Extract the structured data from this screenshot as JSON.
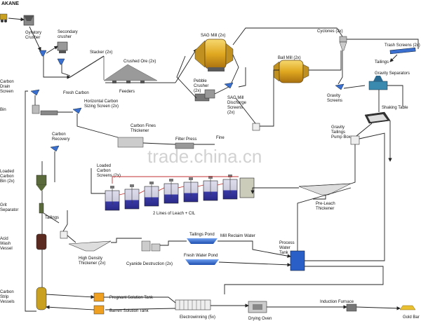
{
  "header": {
    "title": "AKANE"
  },
  "watermark": "trade.china.cn",
  "labels": {
    "gyratory": "Gyratory\nCrusher",
    "secondary": "Secondary\ncrusher",
    "stacker": "Stacker (2x)",
    "crushed_ore": "Crushed Ore (2x)",
    "feeders": "Feeders",
    "sag_mill": "SAG Mill (2x)",
    "pebble": "Pebble\nCrusher\n(2x)",
    "sag_screens": "SAG Mill\nDischarge\nScreens\n(2x)",
    "ball_mill": "Ball Mill (2x)",
    "cyclones": "Cyclones (2x)",
    "trash_screens": "Trash Screens (2x)",
    "tailings_top": "Tailings",
    "gravity_sep": "Gravity Separators",
    "gravity_screens": "Gravity\nScreens",
    "shaking_table": "Shaking Table",
    "gravity_tailings": "Gravity\nTailings\nPump Box",
    "fresh_carbon": "Fresh Carbon",
    "horiz_carbon": "Horizontal Carbon\nSizing Screen (2x)",
    "carbon_fines": "Carbon Fines\nThickener",
    "filter_press": "Filter Press",
    "fine": "Fine",
    "carbon_recovery": "Carbon\nRecovery",
    "loaded_carbon_screens": "Loaded\nCarbon\nScreens (2x)",
    "leach_cil": "2 Lines of Leach + CIL",
    "pre_leach": "Pre-Leach\nThickener",
    "left_carbon_drain": "Carbon\nDrain\nScreen",
    "left_bin": "Bin",
    "left_loaded": "Loaded\nCarbon\nBin (2x)",
    "left_grit": "Grit\nSeparator",
    "left_acid": "Acid\nWash\nVessel",
    "left_strip": "Carbon\nStrip\nVessels",
    "tailings_mid": "Tailings",
    "high_density": "High Density\nThickener (2x)",
    "cyanide": "Cyanide Destruction (2x)",
    "tailings_pond": "Tailings Pond",
    "mill_reclaim": "Mill Reclaim Water",
    "fresh_water": "Fresh Water Pond",
    "process_water": "Process\nWater\nTank",
    "pregnant": "Pregnant Solution Tank",
    "barren": "Barren Solution Tank",
    "electrowinning": "Electrowinning (5x)",
    "drying_oven": "Drying Oven",
    "induction": "Induction Furnace",
    "gold_bar": "Gold Bar"
  },
  "colors": {
    "sag_mill": "#e8b830",
    "ball_mill": "#e8b830",
    "tank": "#3a3aa8",
    "water": "#2f6fd8",
    "process_water": "#2a5fc8",
    "solution_tank": "#f0a020",
    "gold": "#e8c030",
    "vessel": "#5a2a20",
    "carbon_bin": "#5a6a3a",
    "pipe_red": "#c03030"
  }
}
